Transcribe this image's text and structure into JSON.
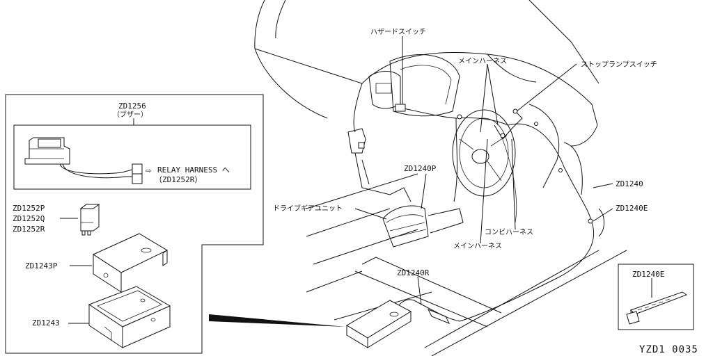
{
  "labels": {
    "hazard_switch": "ハザードスイッチ",
    "main_harness_top": "メインハーネス",
    "stop_lamp_switch": "ストップランプスイッチ",
    "zd1240p": "ZD1240P",
    "zd1240": "ZD1240",
    "zd1240e": "ZD1240E",
    "drive_gear_unit": "ドライブギアユニット",
    "combi_harness": "コンビハーネス",
    "main_harness_bottom": "メインハーネス",
    "zd1240r": "ZD1240R"
  },
  "inset_left": {
    "buzzer_code": "ZD1256",
    "buzzer_name": "（ブザー）",
    "relay_harness": "RELAY HARNESS へ",
    "relay_harness_ref": "（ZD1252R）",
    "relay_codes": [
      "ZD1252P",
      "ZD1252Q",
      "ZD1252R"
    ],
    "bracket_code": "ZD1243P",
    "box_code": "ZD1243"
  },
  "inset_right": {
    "clip_code": "ZD1240E"
  },
  "figure_code": "YZD1 0035"
}
